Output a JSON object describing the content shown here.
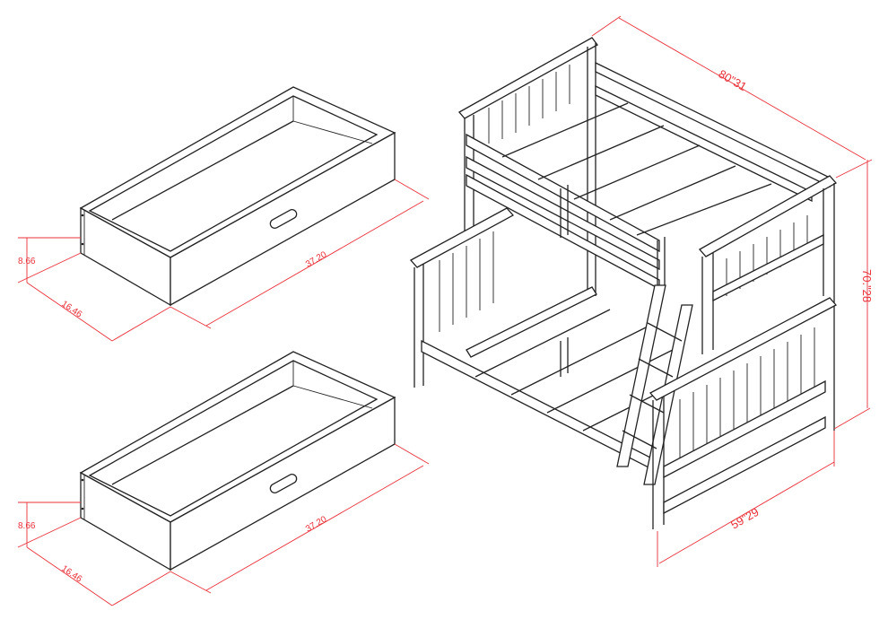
{
  "drawers": [
    {
      "height": "8.66",
      "depth": "16.46",
      "width": "37.20"
    },
    {
      "height": "8.66",
      "depth": "16.46",
      "width": "37.20"
    }
  ],
  "bed": {
    "length": "80\"31",
    "height": "70.\"28",
    "width": "59\"29"
  },
  "colors": {
    "dimension": "#e8323a",
    "line": "#222222"
  }
}
